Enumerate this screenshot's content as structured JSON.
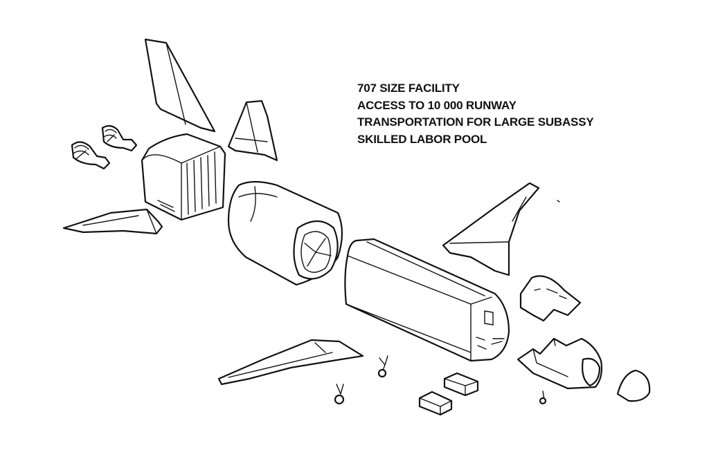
{
  "notes": [
    "707 SIZE FACILITY",
    "ACCESS TO 10 000 RUNWAY",
    "TRANSPORTATION FOR LARGE SUBASSY",
    "SKILLED LABOR POOL"
  ]
}
